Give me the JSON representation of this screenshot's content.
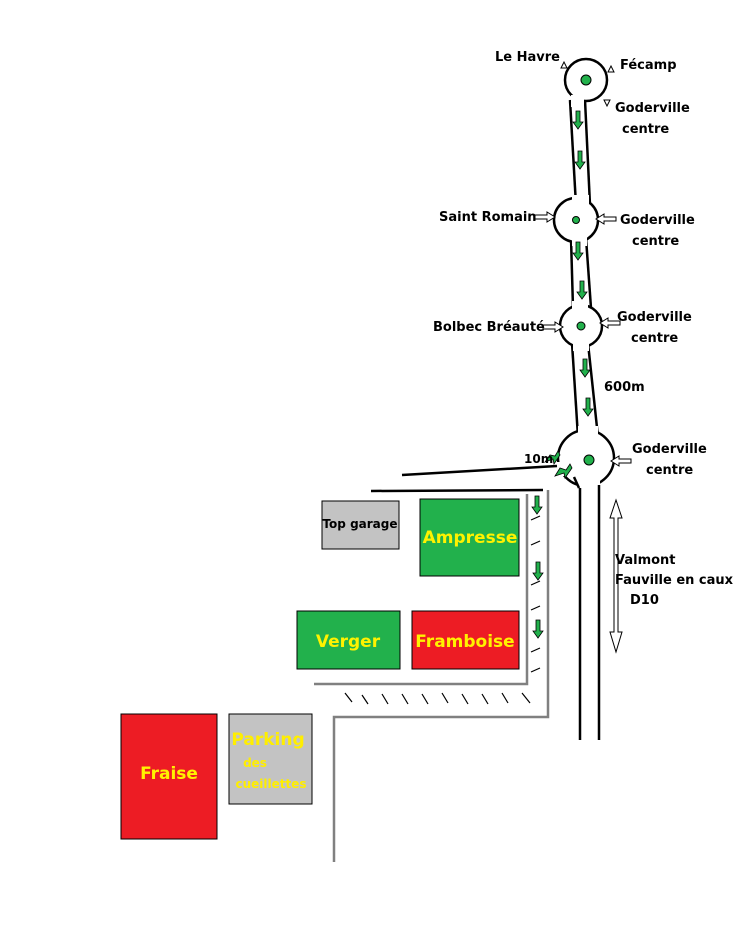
{
  "colors": {
    "green": "#22b14c",
    "red": "#ed1c24",
    "grey": "#c3c3c3",
    "yellow": "#fff200",
    "line": "#000000"
  },
  "roundabout1": {
    "label_le_havre": "Le Havre",
    "label_fecamp": "Fécamp",
    "label_goderville1": "Goderville",
    "label_centre1": "centre"
  },
  "roundabout2": {
    "label_saint_romain": "Saint Romain",
    "label_goderville": "Goderville",
    "label_centre": "centre"
  },
  "roundabout3": {
    "label_bolbec": "Bolbec Bréauté",
    "label_goderville": "Goderville",
    "label_centre": "centre"
  },
  "roundabout4": {
    "label_goderville": "Goderville",
    "label_centre": "centre"
  },
  "distances": {
    "d600": "600m",
    "d10": "10m"
  },
  "road": {
    "valmont": "Valmont",
    "fauville": "Fauville en caux",
    "d10": "D10"
  },
  "zones": {
    "top_garage": "Top garage",
    "ampresse": "Ampresse",
    "verger": "Verger",
    "framboise": "Framboise",
    "fraise": "Fraise",
    "parking_line1": "Parking",
    "parking_line2": "des",
    "parking_line3": "cueillettes"
  }
}
